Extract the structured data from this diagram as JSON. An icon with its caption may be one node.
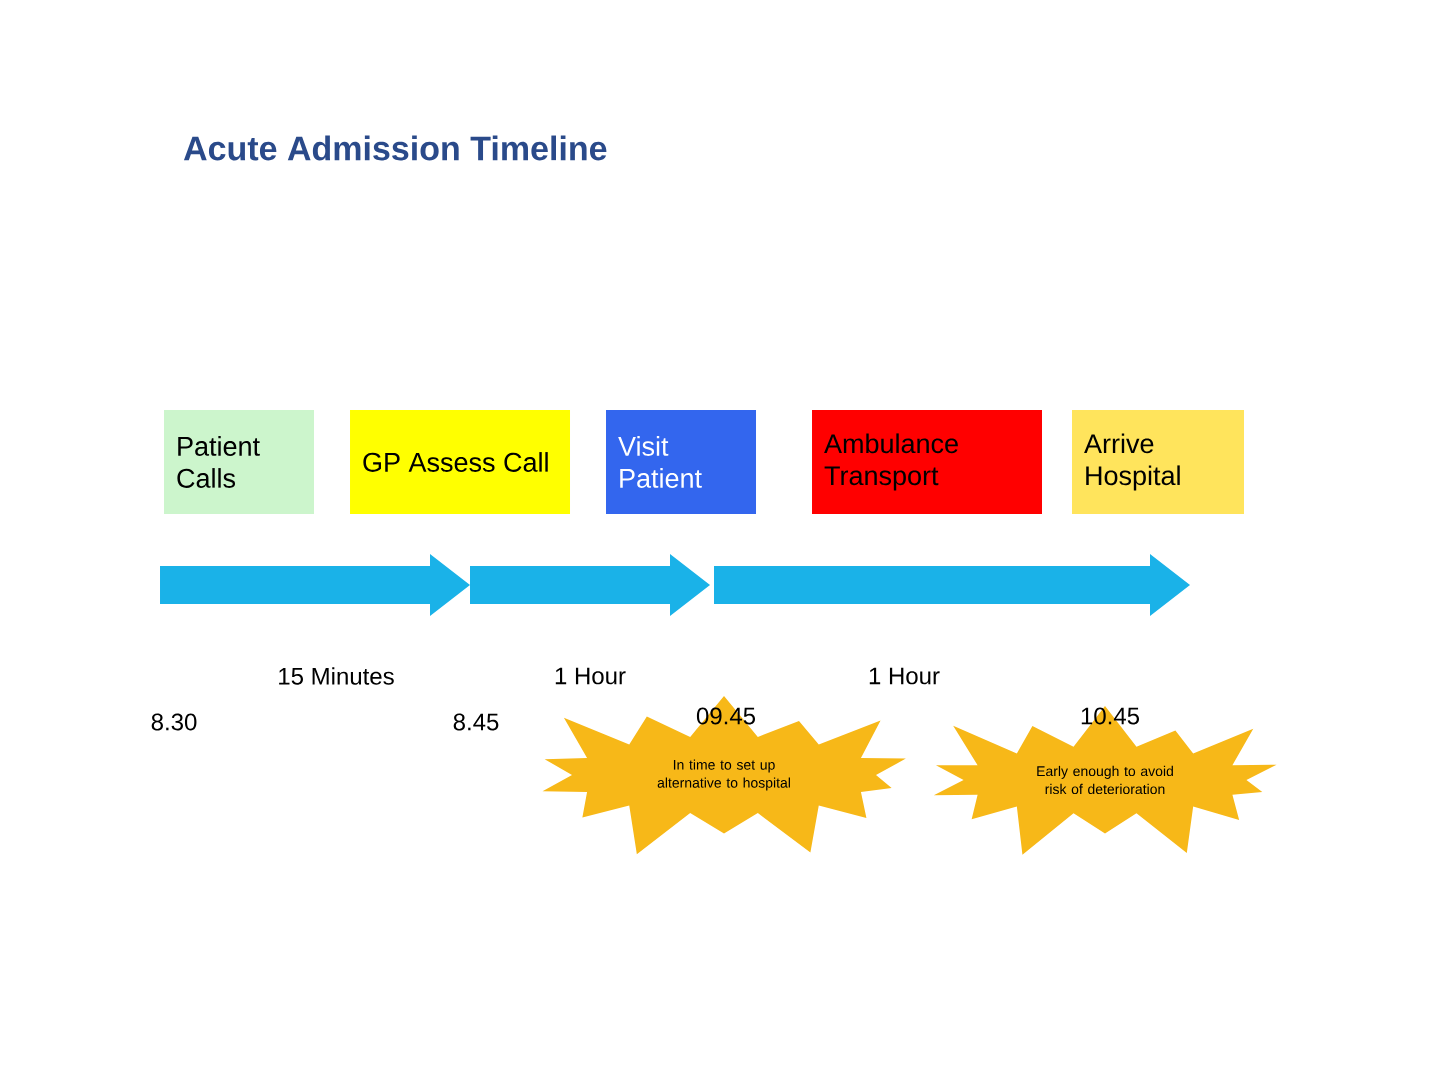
{
  "diagram": {
    "title": "Acute Admission Timeline",
    "nodes": [
      {
        "text": [
          "Patient Calls"
        ]
      },
      {
        "text": [
          "GP Assess Call"
        ]
      },
      {
        "text": [
          "Visit Patient"
        ]
      },
      {
        "text": [
          "Ambulance Transport"
        ]
      },
      {
        "text": [
          "Arrive Hospital"
        ]
      },
      {
        "text": [
          "In time to set up alternative to hospital"
        ]
      },
      {
        "text": [
          "Early enough to avoid risk of deterioration"
        ]
      }
    ],
    "labels": [
      "15 Minutes",
      "1 Hour",
      "1 Hour",
      "8.30",
      "8.45",
      "09.45",
      "10.45"
    ]
  }
}
